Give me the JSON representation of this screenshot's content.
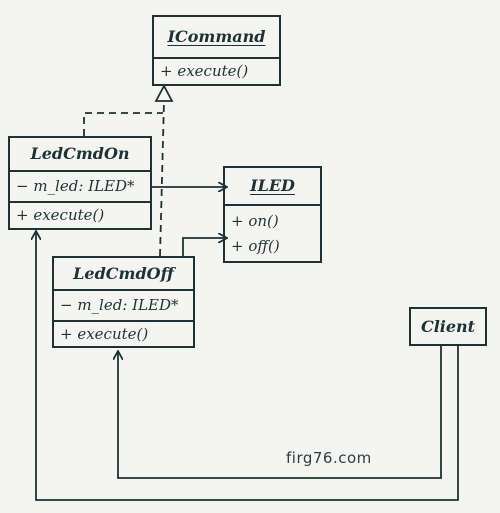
{
  "diagram": {
    "classes": {
      "icommand": {
        "name": "ICommand",
        "methods": [
          "+ execute()"
        ]
      },
      "iled": {
        "name": "ILED",
        "methods": [
          "+ on()",
          "+ off()"
        ]
      },
      "ledcmdon": {
        "name": "LedCmdOn",
        "attributes": [
          "− m_led: ILED*"
        ],
        "methods": [
          "+ execute()"
        ]
      },
      "ledcmdoff": {
        "name": "LedCmdOff",
        "attributes": [
          "− m_led: ILED*"
        ],
        "methods": [
          "+ execute()"
        ]
      },
      "client": {
        "name": "Client"
      }
    },
    "watermark": "firg76.com"
  },
  "colors": {
    "ink": "#1e3136",
    "paper": "#f4f5f1"
  }
}
